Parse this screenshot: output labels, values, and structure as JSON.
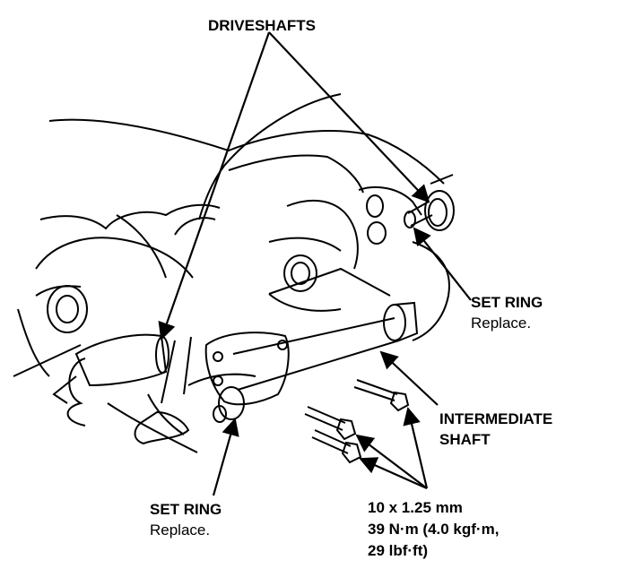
{
  "labels": {
    "driveshafts": "DRIVESHAFTS",
    "set_ring_right": {
      "title": "SET RING",
      "note": "Replace."
    },
    "set_ring_left": {
      "title": "SET RING",
      "note": "Replace."
    },
    "intermediate_shaft": {
      "line1": "INTERMEDIATE",
      "line2": "SHAFT"
    },
    "bolt_spec": {
      "size": "10 x 1.25 mm",
      "torque1": "39 N·m (4.0 kgf·m,",
      "torque2": "29 lbf·ft)"
    }
  },
  "colors": {
    "ink": "#000000",
    "paper": "#ffffff"
  }
}
